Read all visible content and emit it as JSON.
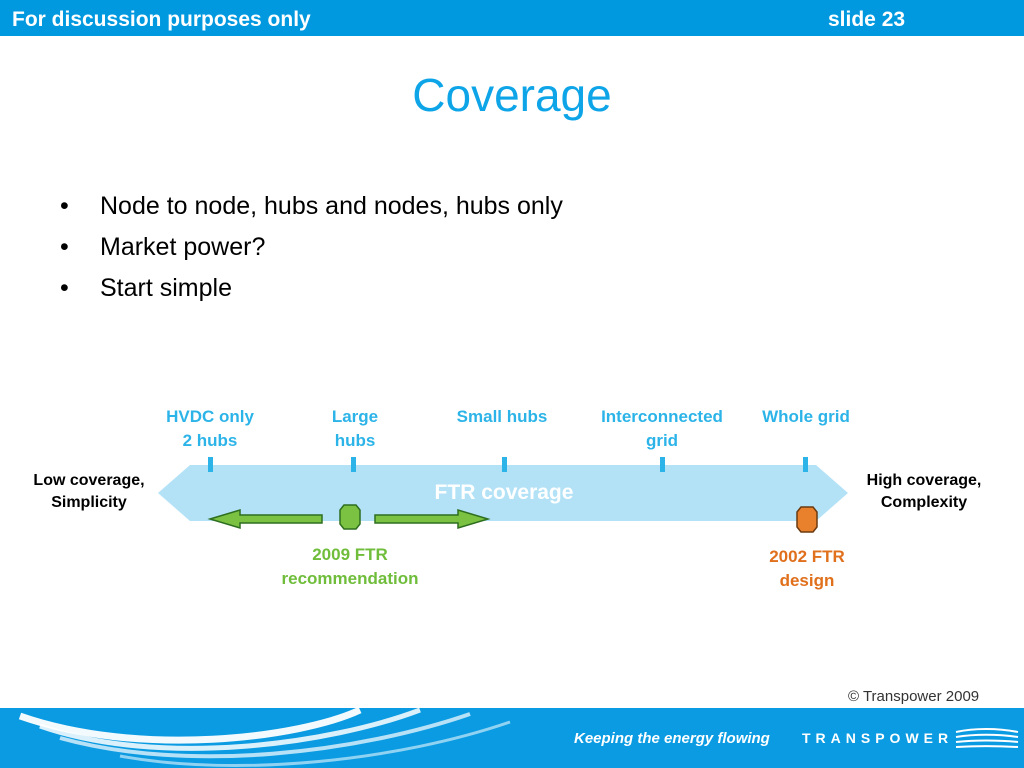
{
  "header": {
    "notice": "For discussion purposes only",
    "slide_number": "slide 23"
  },
  "slide": {
    "title": "Coverage",
    "bullets": [
      "Node to node, hubs and nodes, hubs only",
      "Market power?",
      "Start simple"
    ]
  },
  "scale": {
    "bar_label": "FTR coverage",
    "left_end": [
      "Low coverage,",
      "Simplicity"
    ],
    "right_end": [
      "High coverage,",
      "Complexity"
    ],
    "categories": [
      [
        "HVDC only",
        "2 hubs"
      ],
      [
        "Large",
        "hubs"
      ],
      [
        "Small hubs"
      ],
      [
        "Interconnected",
        "grid"
      ],
      [
        "Whole grid"
      ]
    ],
    "markers": {
      "recommendation_2009": [
        "2009 FTR",
        "recommendation"
      ],
      "design_2002": [
        "2002 FTR",
        "design"
      ]
    },
    "colors": {
      "bar": "#b3e2f7",
      "category_text": "#2cb4e8",
      "green": "#6fbd3a",
      "orange": "#e0701c"
    }
  },
  "footer": {
    "copyright": "© Transpower 2009",
    "tagline": "Keeping the energy flowing",
    "brand": "TRANSPOWER"
  }
}
